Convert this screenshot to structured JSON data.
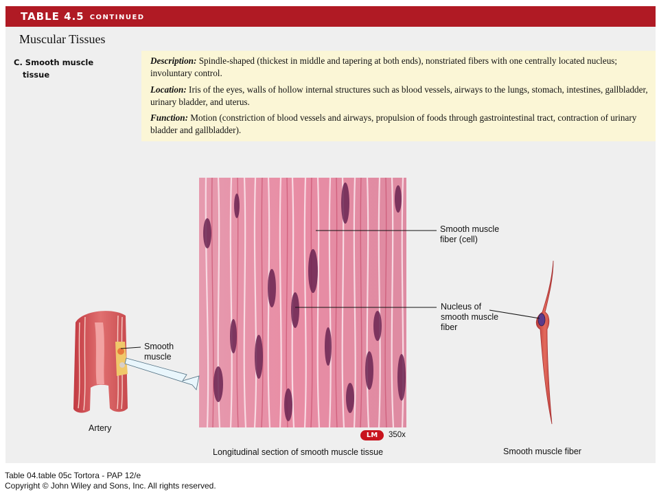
{
  "header": {
    "table_label": "TABLE 4.5",
    "continued": "CONTINUED"
  },
  "page_title": "Muscular Tissues",
  "section": {
    "line1": "C. Smooth muscle",
    "line2": "tissue"
  },
  "description": {
    "desc_term": "Description:",
    "desc_text": " Spindle-shaped (thickest in middle and tapering at both ends), nonstriated fibers with one centrally located nucleus; involuntary control.",
    "loc_term": "Location:",
    "loc_text": " Iris of the eyes, walls of hollow internal structures such as blood vessels, airways to the lungs, stomach, intestines, gallbladder, urinary bladder, and uterus.",
    "func_term": "Function:",
    "func_text": " Motion (constriction of blood vessels and airways, propulsion of foods through gastrointestinal tract, contraction of urinary bladder and gallbladder)."
  },
  "figure": {
    "label_fiber": {
      "line1": "Smooth muscle",
      "line2": "fiber (cell)"
    },
    "label_nucleus": {
      "line1": "Nucleus of",
      "line2": "smooth muscle",
      "line3": "fiber"
    },
    "label_smooth": {
      "line1": "Smooth",
      "line2": "muscle"
    },
    "artery_caption": "Artery",
    "micrograph_caption": "Longitudinal section of smooth muscle tissue",
    "fiber_caption": "Smooth muscle fiber",
    "lm_badge": "LM",
    "magnification": "350x"
  },
  "footer": {
    "source": "Table 04.table 05c  Tortora - PAP 12/e",
    "copyright": "Copyright © John Wiley and Sons, Inc. All rights reserved."
  },
  "colors": {
    "header_red": "#b01a24",
    "panel_gray": "#efefef",
    "desc_yellow": "#fbf6d6",
    "lm_red": "#c8141e"
  }
}
